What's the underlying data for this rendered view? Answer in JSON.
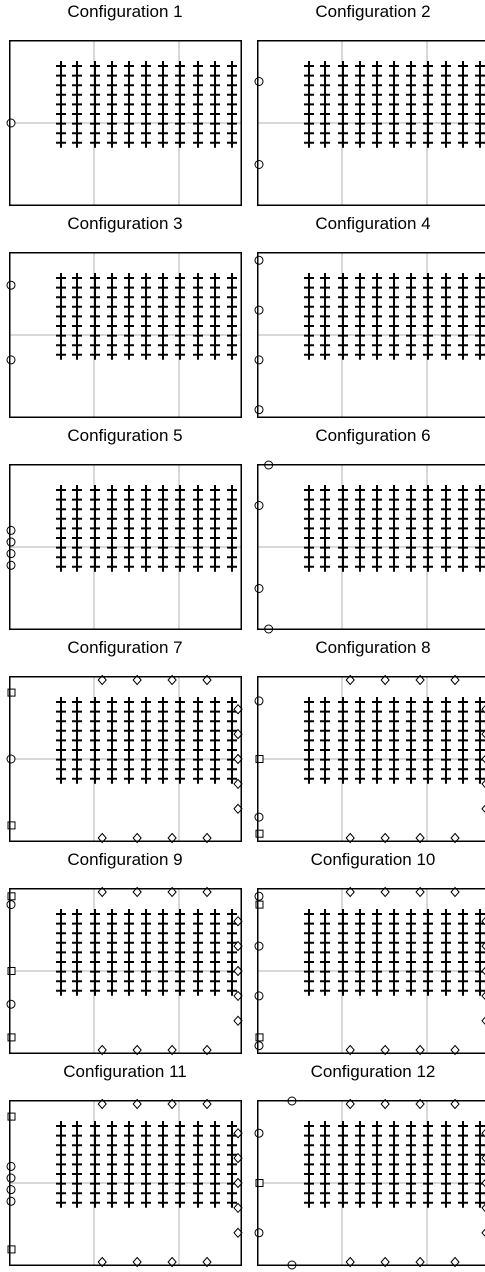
{
  "configurations": [
    {
      "title": "Configuration 1",
      "left_circles": [
        0.5
      ],
      "left_squares": [],
      "top_circles": [],
      "bottom_circles": [],
      "right_circles": [],
      "right_diamonds": [],
      "top_diamonds": [],
      "bottom_diamonds": []
    },
    {
      "title": "Configuration 2",
      "left_circles": [
        0.25,
        0.75
      ],
      "left_squares": [],
      "top_circles": [],
      "bottom_circles": [],
      "right_circles": [],
      "right_diamonds": [],
      "top_diamonds": [],
      "bottom_diamonds": []
    },
    {
      "title": "Configuration 3",
      "left_circles": [
        0.2,
        0.65
      ],
      "left_squares": [],
      "top_circles": [],
      "bottom_circles": [],
      "right_circles": [],
      "right_diamonds": [],
      "top_diamonds": [],
      "bottom_diamonds": []
    },
    {
      "title": "Configuration 4",
      "left_circles": [
        0.05,
        0.35,
        0.65,
        0.95
      ],
      "left_squares": [],
      "top_circles": [],
      "bottom_circles": [],
      "right_circles": [],
      "right_diamonds": [],
      "top_diamonds": [],
      "bottom_diamonds": []
    },
    {
      "title": "Configuration 5",
      "left_circles": [
        0.4,
        0.47,
        0.54,
        0.61
      ],
      "left_squares": [],
      "top_circles": [],
      "bottom_circles": [],
      "right_circles": [],
      "right_diamonds": [],
      "top_diamonds": [],
      "bottom_diamonds": []
    },
    {
      "title": "Configuration 6",
      "left_circles": [
        0.25,
        0.75
      ],
      "left_squares": [],
      "top_circles": [
        0.05
      ],
      "bottom_circles": [
        0.05
      ],
      "right_circles": [],
      "right_diamonds": [],
      "top_diamonds": [],
      "bottom_diamonds": []
    },
    {
      "title": "Configuration 7",
      "left_circles": [
        0.5
      ],
      "left_squares": [
        0.1,
        0.9
      ],
      "top_circles": [],
      "bottom_circles": [],
      "right_circles": [],
      "right_diamonds": [
        0.2,
        0.35,
        0.5,
        0.65,
        0.8
      ],
      "top_diamonds": [
        0.4,
        0.55,
        0.7,
        0.85
      ],
      "bottom_diamonds": [
        0.4,
        0.55,
        0.7,
        0.85
      ]
    },
    {
      "title": "Configuration 8",
      "left_circles": [
        0.15,
        0.85
      ],
      "left_squares": [
        0.5,
        0.95
      ],
      "top_circles": [],
      "bottom_circles": [],
      "right_circles": [],
      "right_diamonds": [
        0.2,
        0.35,
        0.5,
        0.65,
        0.8
      ],
      "top_diamonds": [
        0.4,
        0.55,
        0.7,
        0.85
      ],
      "bottom_diamonds": [
        0.4,
        0.55,
        0.7,
        0.85
      ]
    },
    {
      "title": "Configuration 9",
      "left_circles": [
        0.1,
        0.7
      ],
      "left_squares": [
        0.05,
        0.5,
        0.9
      ],
      "top_circles": [],
      "bottom_circles": [],
      "right_circles": [],
      "right_diamonds": [
        0.2,
        0.35,
        0.5,
        0.65,
        0.8
      ],
      "top_diamonds": [
        0.4,
        0.55,
        0.7,
        0.85
      ],
      "bottom_diamonds": [
        0.4,
        0.55,
        0.7,
        0.85
      ]
    },
    {
      "title": "Configuration 10",
      "left_circles": [
        0.05,
        0.35,
        0.65,
        0.95
      ],
      "left_squares": [
        0.1,
        0.9
      ],
      "top_circles": [],
      "bottom_circles": [],
      "right_circles": [],
      "right_diamonds": [
        0.2,
        0.35,
        0.5,
        0.65,
        0.8
      ],
      "top_diamonds": [
        0.4,
        0.55,
        0.7,
        0.85
      ],
      "bottom_diamonds": [
        0.4,
        0.55,
        0.7,
        0.85
      ]
    },
    {
      "title": "Configuration 11",
      "left_circles": [
        0.4,
        0.47,
        0.54,
        0.61
      ],
      "left_squares": [
        0.1,
        0.9
      ],
      "top_circles": [],
      "bottom_circles": [],
      "right_circles": [],
      "right_diamonds": [
        0.2,
        0.35,
        0.5,
        0.65,
        0.8
      ],
      "top_diamonds": [
        0.4,
        0.55,
        0.7,
        0.85
      ],
      "bottom_diamonds": [
        0.4,
        0.55,
        0.7,
        0.85
      ]
    },
    {
      "title": "Configuration 12",
      "left_circles": [
        0.2,
        0.8
      ],
      "left_squares": [
        0.5
      ],
      "top_circles": [
        0.15
      ],
      "bottom_circles": [
        0.15
      ],
      "right_circles": [],
      "right_diamonds": [
        0.2,
        0.35,
        0.5,
        0.65,
        0.8
      ],
      "top_diamonds": [
        0.4,
        0.55,
        0.7,
        0.85
      ],
      "bottom_diamonds": [
        0.4,
        0.55,
        0.7,
        0.85
      ]
    }
  ],
  "colors": {
    "frame": "#000000",
    "grid": "#b0b0b0",
    "marker": "#000000"
  }
}
